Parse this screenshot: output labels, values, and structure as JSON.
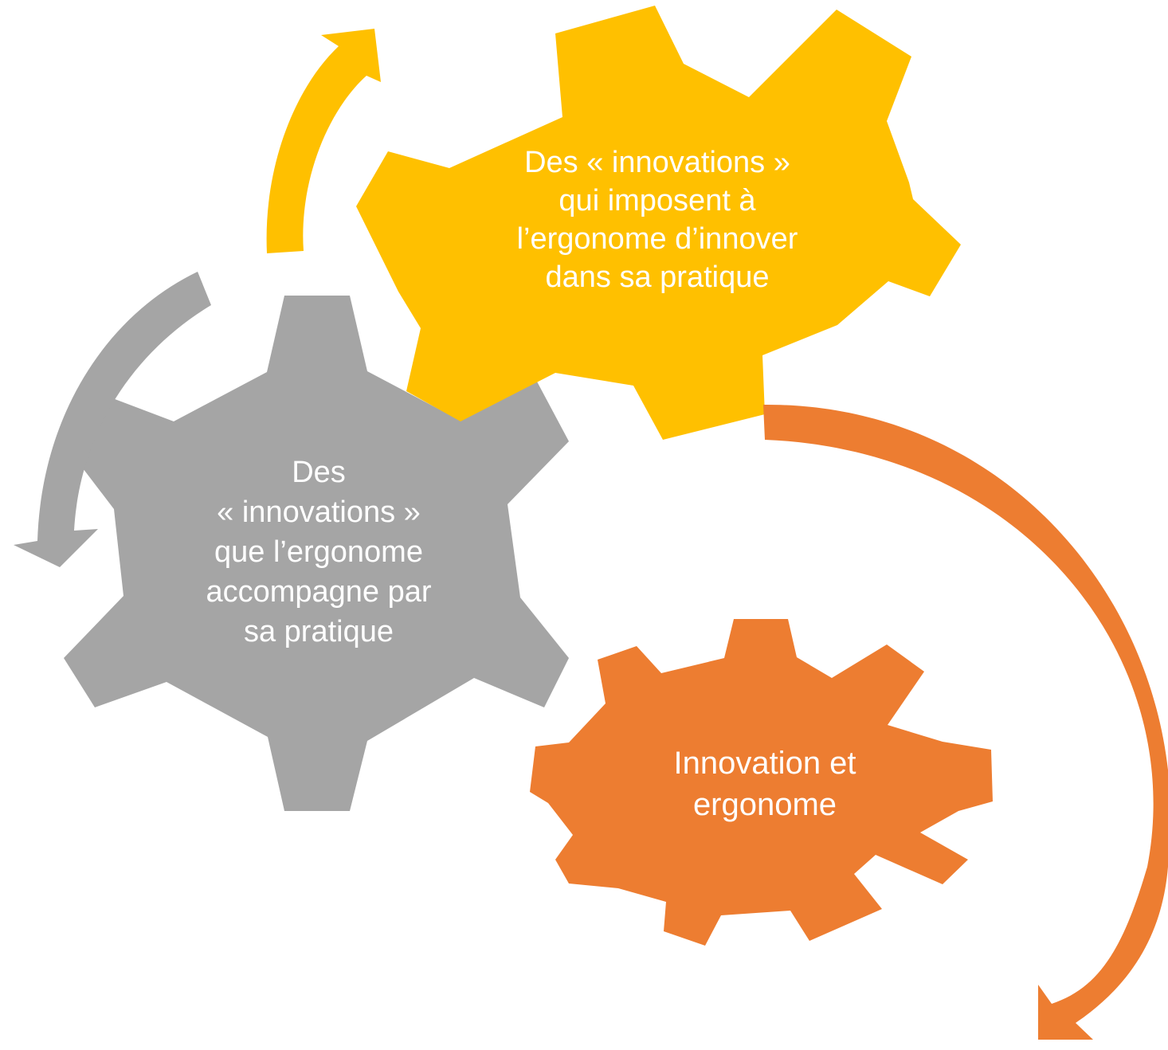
{
  "colors": {
    "yellow": "#FFC000",
    "gray": "#A5A5A5",
    "orange": "#ED7D31",
    "text": "#FFFFFF"
  },
  "gears": {
    "yellow": {
      "lines": [
        "Des « innovations »",
        "qui imposent à",
        "l’ergonome d’innover",
        "dans sa pratique"
      ]
    },
    "gray": {
      "lines": [
        "Des",
        "« innovations »",
        "que l’ergonome",
        "accompagne par",
        "sa pratique"
      ]
    },
    "orange": {
      "lines": [
        "Innovation et",
        "ergonome"
      ]
    }
  },
  "arrows": [
    {
      "color": "yellow",
      "direction": "up"
    },
    {
      "color": "gray",
      "direction": "down"
    },
    {
      "color": "orange",
      "direction": "down"
    }
  ]
}
